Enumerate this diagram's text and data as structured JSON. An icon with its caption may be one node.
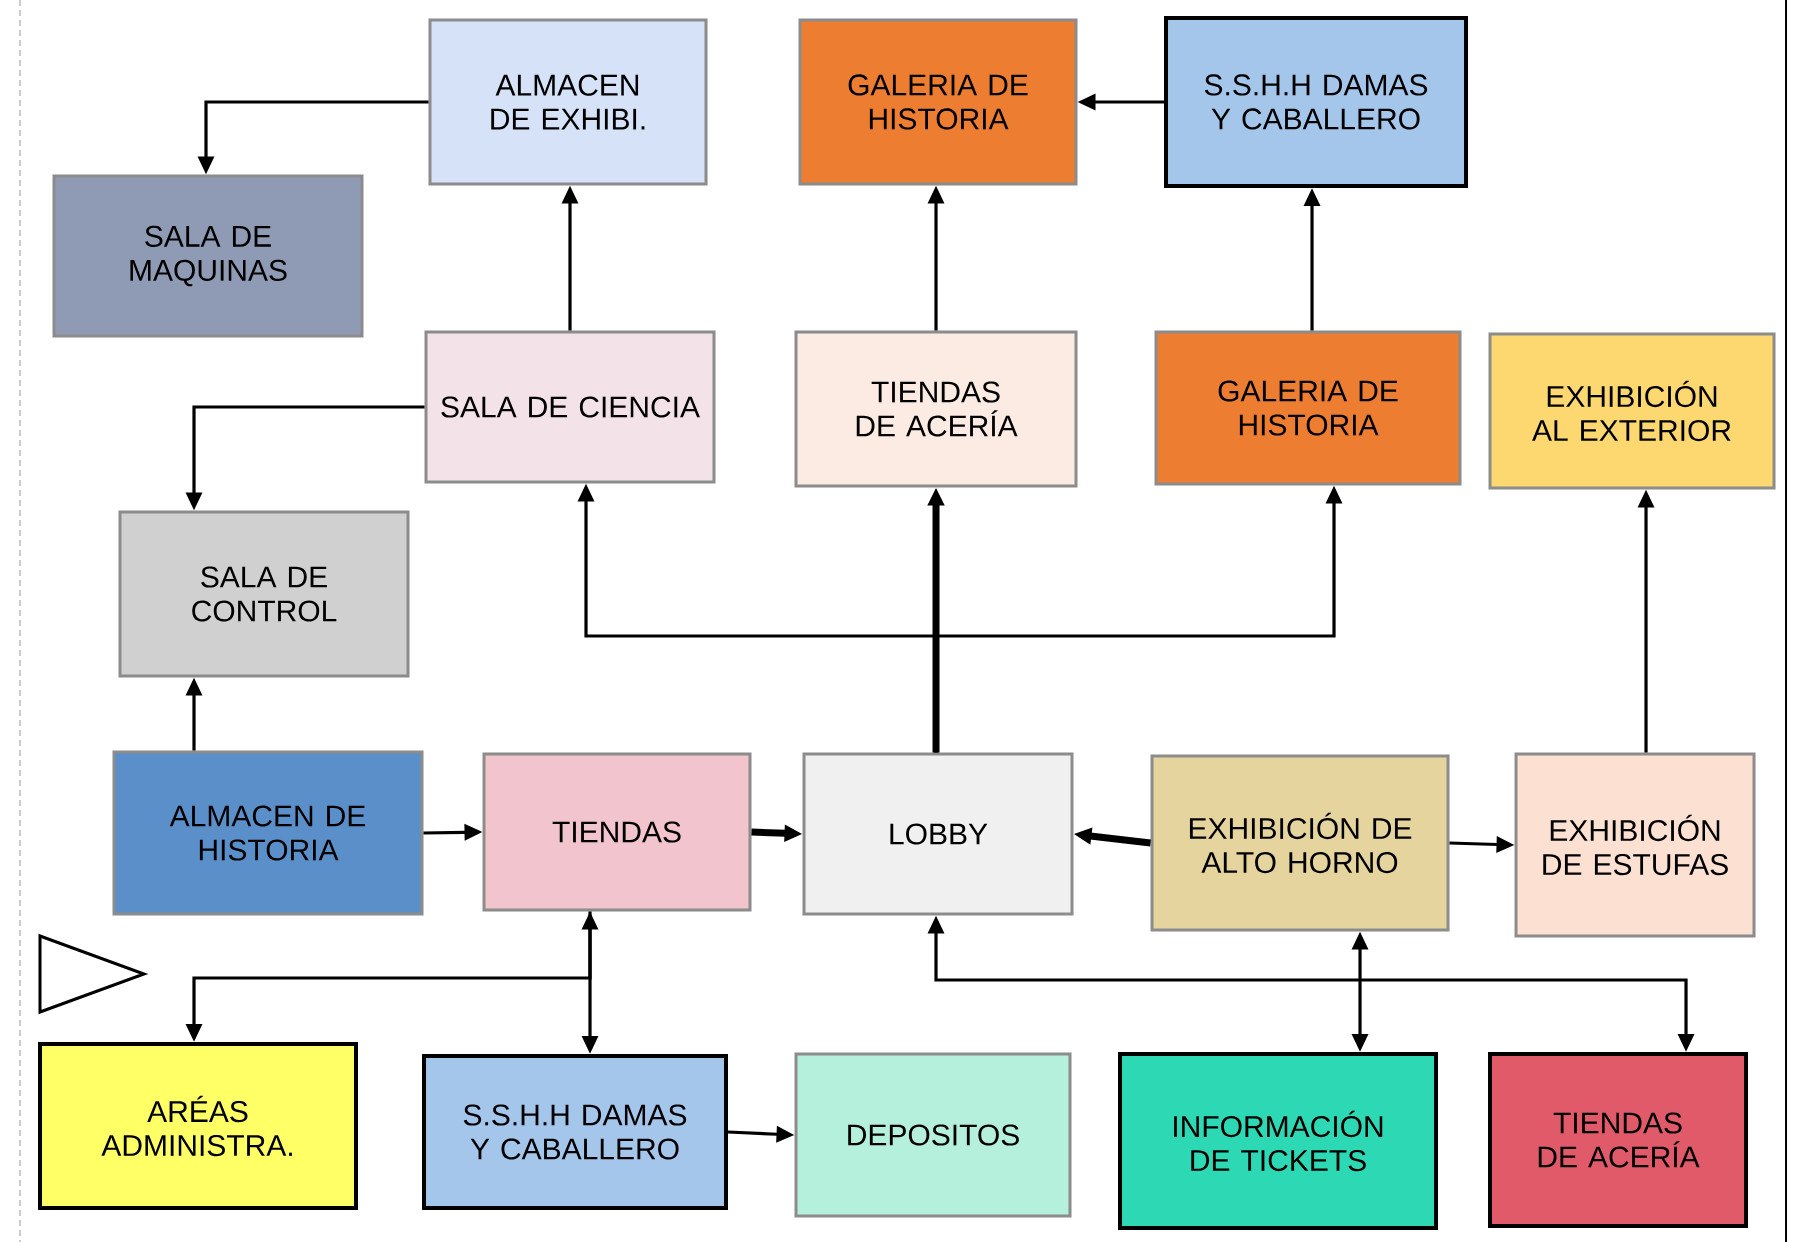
{
  "diagram": {
    "nodes": [
      {
        "text": [
          "ALMACEN DE EXHIBI."
        ]
      },
      {
        "text": [
          "GALERIA DE HISTORIA"
        ]
      },
      {
        "text": [
          "S.S.H.H DAMAS Y CABALLERO"
        ]
      },
      {
        "text": [
          "SALA DE MAQUINAS"
        ]
      },
      {
        "text": [
          "SALA DE CIENCIA"
        ]
      },
      {
        "text": [
          "TIENDAS DE ACERÍA"
        ]
      },
      {
        "text": [
          "GALERIA DE HISTORIA"
        ]
      },
      {
        "text": [
          "EXHIBICIÓN AL EXTERIOR"
        ]
      },
      {
        "text": [
          "SALA DE CONTROL"
        ]
      },
      {
        "text": [
          "ALMACEN DE HISTORIA"
        ]
      },
      {
        "text": [
          "TIENDAS"
        ]
      },
      {
        "text": [
          "LOBBY"
        ]
      },
      {
        "text": [
          "EXHIBICIÓN DE ALTO HORNO"
        ]
      },
      {
        "text": [
          "EXHIBICIÓN DE ESTUFAS"
        ]
      },
      {
        "text": [
          "ARÉAS ADMINISTRA."
        ]
      },
      {
        "text": [
          "S.S.H.H DAMAS Y CABALLERO"
        ]
      },
      {
        "text": [
          "DEPOSITOS"
        ]
      },
      {
        "text": [
          "INFORMACIÓN DE TICKETS"
        ]
      },
      {
        "text": [
          "TIENDAS DE ACERÍA"
        ]
      }
    ],
    "edges": [
      {
        "from": 0,
        "to": 3,
        "arrow": "to"
      },
      {
        "from": 4,
        "to": 0,
        "arrow": "to"
      },
      {
        "from": 5,
        "to": 1,
        "arrow": "to"
      },
      {
        "from": 6,
        "to": 2,
        "arrow": "to"
      },
      {
        "from": 2,
        "to": 1,
        "arrow": "to"
      },
      {
        "from": 4,
        "to": 8,
        "arrow": "to"
      },
      {
        "from": 11,
        "to": 4,
        "arrow": "to"
      },
      {
        "from": 11,
        "to": 5,
        "arrow": "to",
        "style": "thick"
      },
      {
        "from": 11,
        "to": 6,
        "arrow": "to"
      },
      {
        "from": 13,
        "to": 7,
        "arrow": "to"
      },
      {
        "from": 9,
        "to": 8,
        "arrow": "to"
      },
      {
        "from": 9,
        "to": 10,
        "arrow": "to"
      },
      {
        "from": 10,
        "to": 11,
        "arrow": "to",
        "style": "thick"
      },
      {
        "from": 12,
        "to": 11,
        "arrow": "to",
        "style": "thick"
      },
      {
        "from": 12,
        "to": 13,
        "arrow": "to"
      },
      {
        "from": 10,
        "to": 15,
        "arrow": "both"
      },
      {
        "from": 10,
        "to": 14,
        "arrow": "to"
      },
      {
        "from": 15,
        "to": 16,
        "arrow": "to"
      },
      {
        "from": 12,
        "to": 17,
        "arrow": "both"
      },
      {
        "from": 11,
        "to": 18,
        "arrow": "both"
      }
    ]
  }
}
